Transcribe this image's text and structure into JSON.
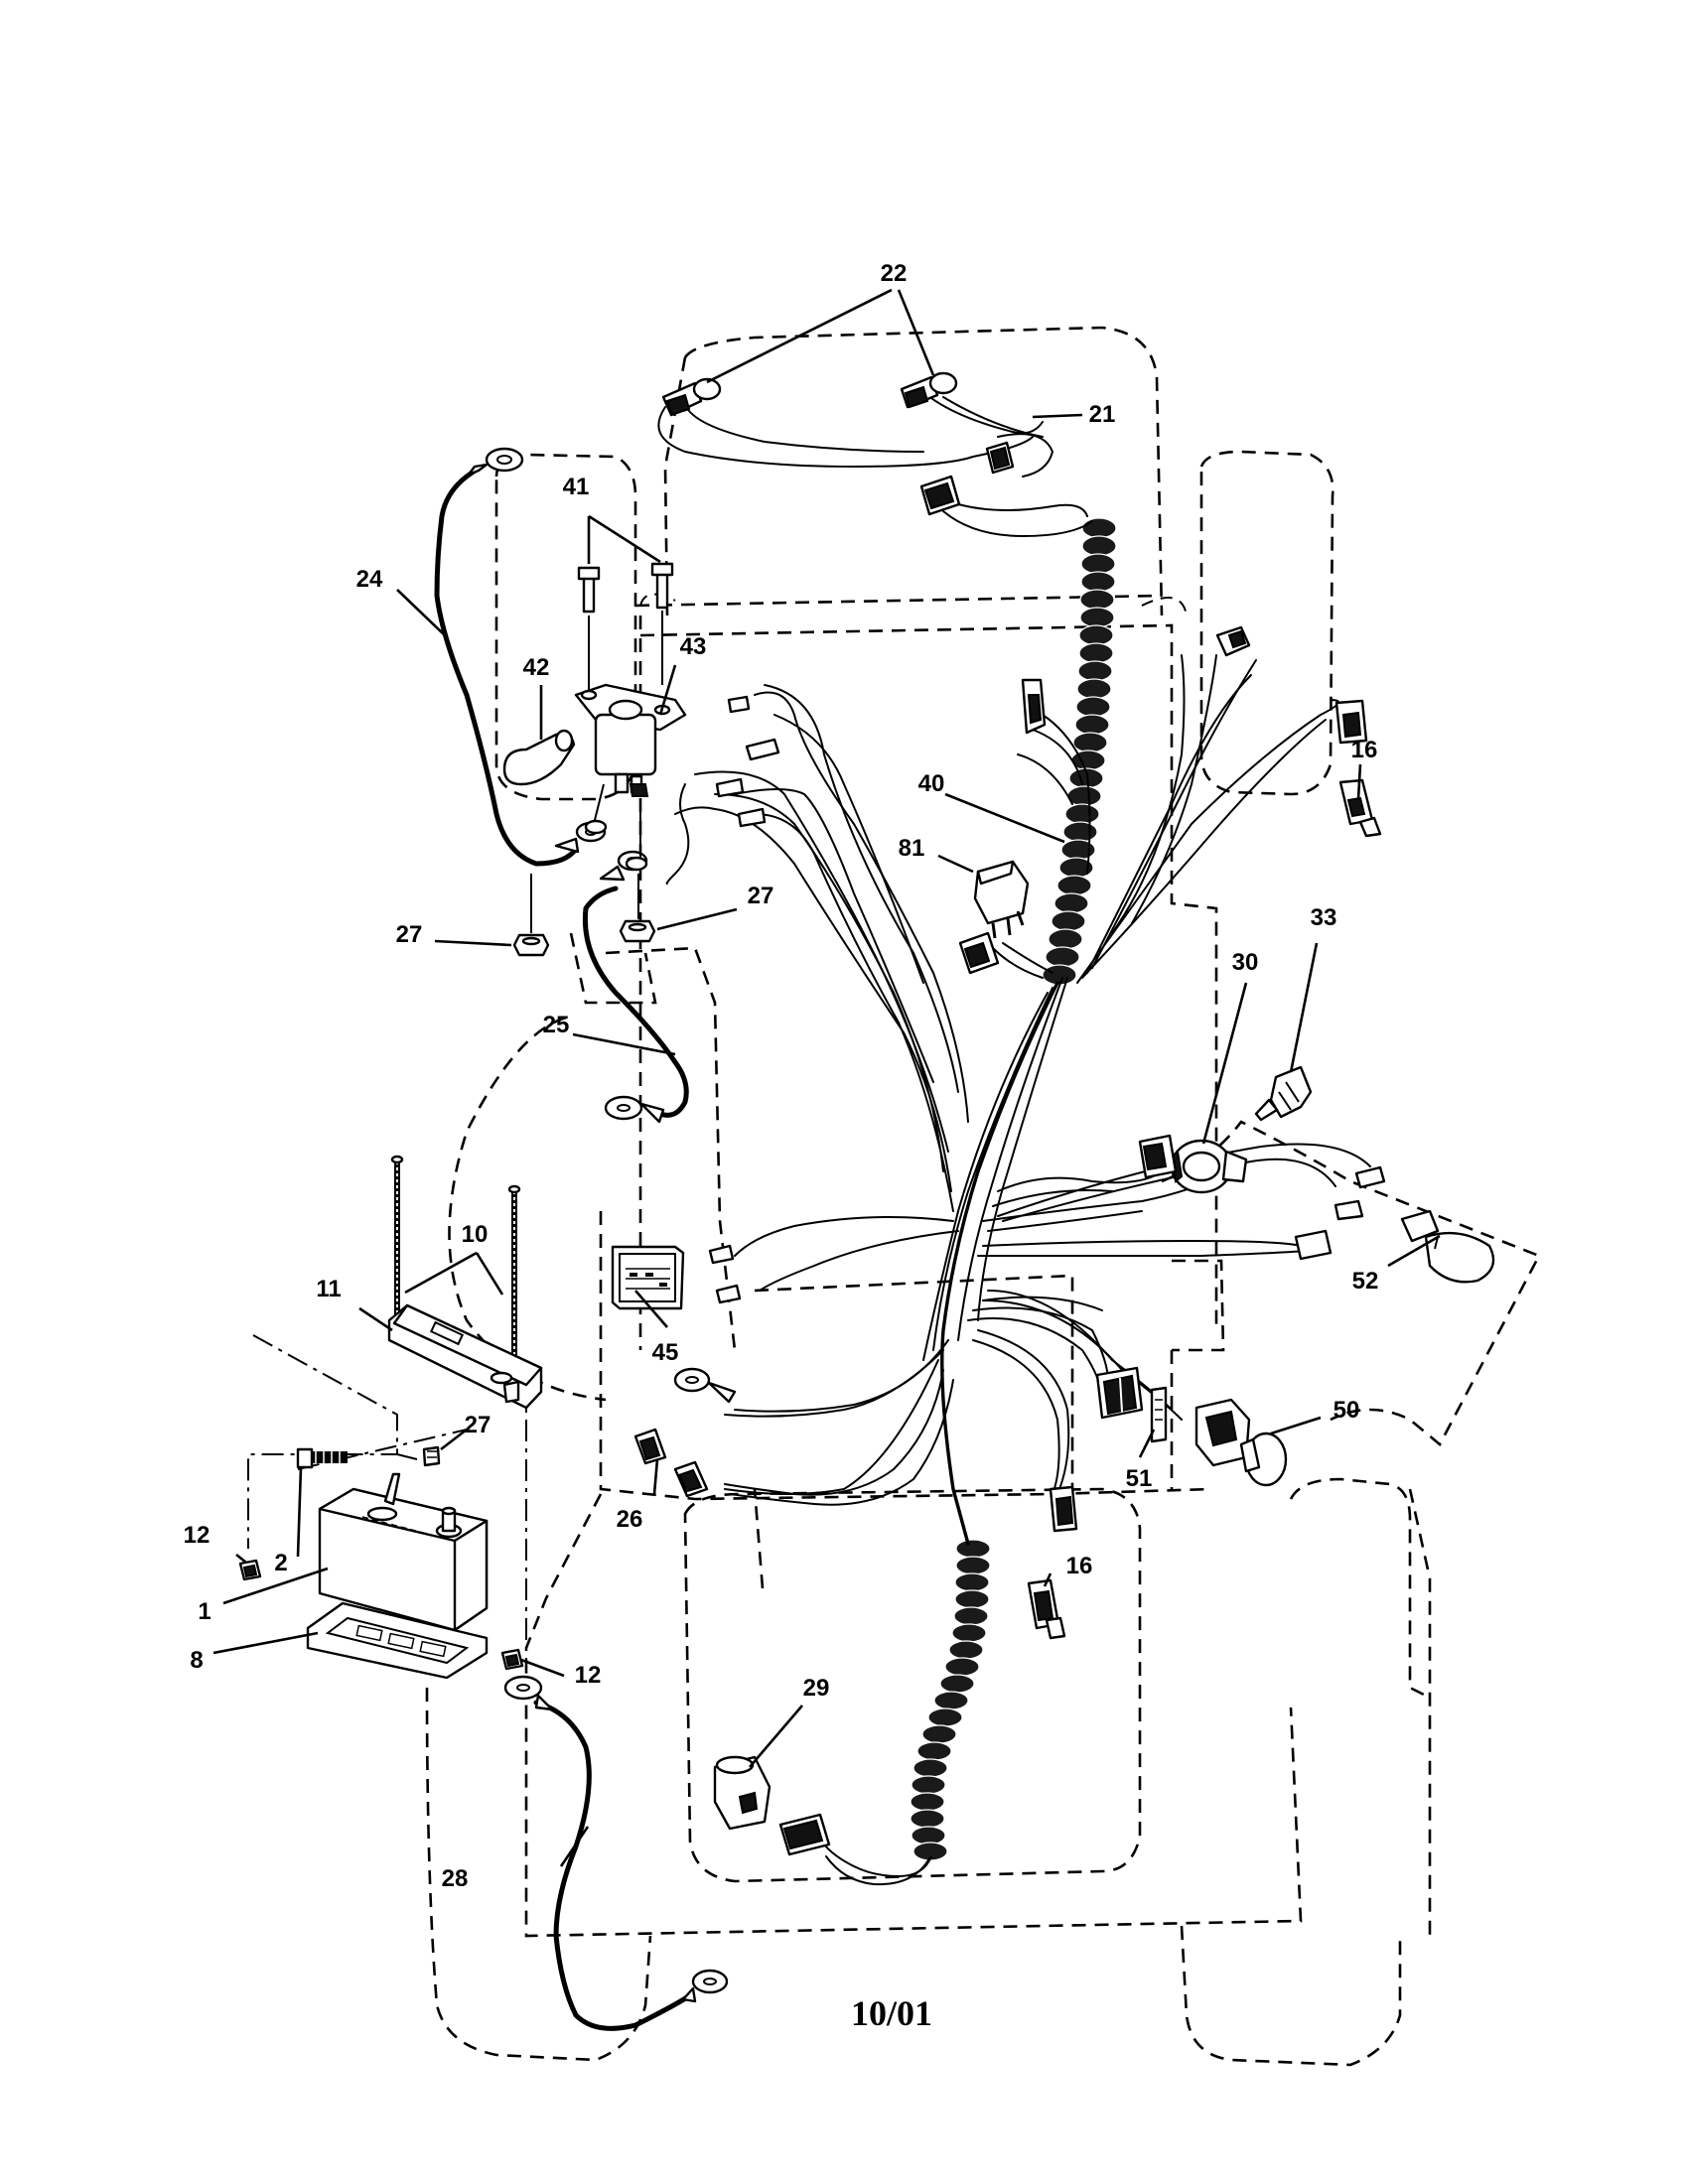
{
  "callouts": {
    "c1": "1",
    "c2": "2",
    "c8": "8",
    "c10": "10",
    "c11": "11",
    "c12a": "12",
    "c12b": "12",
    "c16a": "16",
    "c16b": "16",
    "c21": "21",
    "c22": "22",
    "c24": "24",
    "c25": "25",
    "c26": "26",
    "c27a": "27",
    "c27b": "27",
    "c27c": "27",
    "c28": "28",
    "c29": "29",
    "c30": "30",
    "c33": "33",
    "c40": "40",
    "c41": "41",
    "c42": "42",
    "c43": "43",
    "c45": "45",
    "c50": "50",
    "c51": "51",
    "c52": "52",
    "c81": "81"
  },
  "footer": {
    "date": "10/01"
  }
}
